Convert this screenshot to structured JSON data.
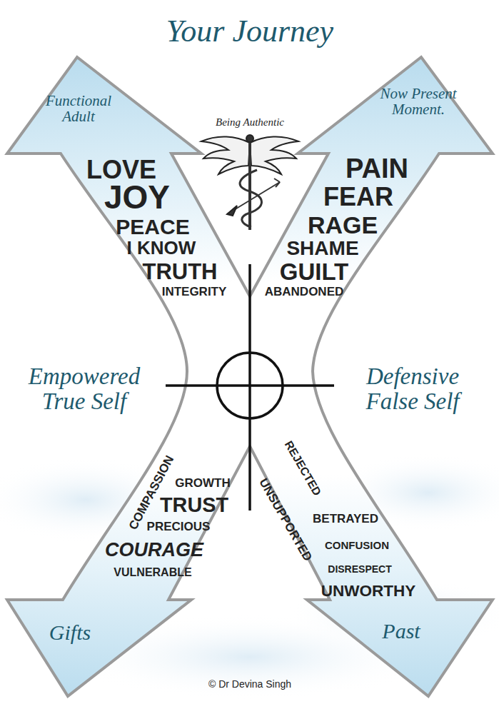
{
  "diagram": {
    "title": "Your Journey",
    "nodes": [
      {
        "text": [
          "Functional Adult",
          "LOVE",
          "JOY",
          "PEACE",
          "I KNOW",
          "TRUTH",
          "INTEGRITY"
        ]
      },
      {
        "text": [
          "Now Present Moment.",
          "PAIN",
          "FEAR",
          "RAGE",
          "SHAME",
          "GUILT",
          "ABANDONED"
        ]
      },
      {
        "text": [
          "COMPASSION",
          "GROWTH",
          "TRUST",
          "PRECIOUS",
          "COURAGE",
          "VULNERABLE",
          "Gifts"
        ]
      },
      {
        "text": [
          "REJECTED",
          "UNSUPPORTED",
          "BETRAYED",
          "CONFUSION",
          "DISRESPECT",
          "UNWORTHY",
          "Past"
        ]
      }
    ],
    "labels": [
      "Being Authentic",
      "Empowered True Self",
      "Defensive False Self",
      "© Dr Devina Singh"
    ]
  }
}
